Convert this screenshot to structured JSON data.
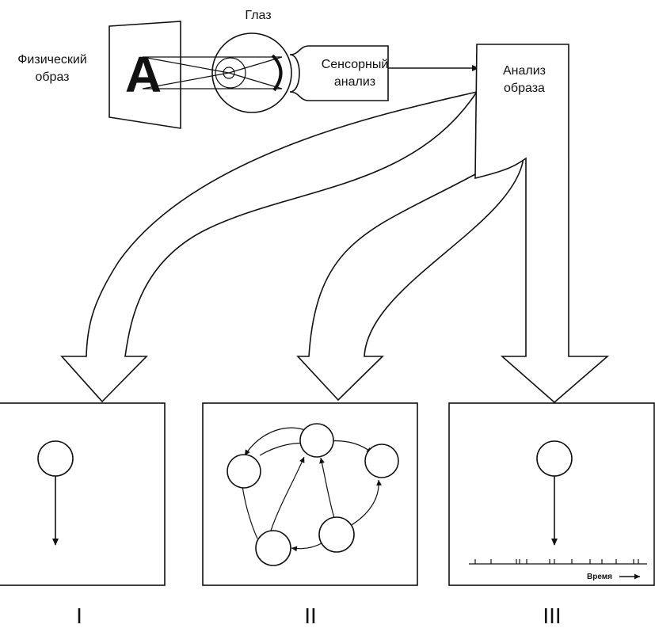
{
  "labels": {
    "eye": "Глаз",
    "physical_image_line1": "Физический",
    "physical_image_line2": "образ",
    "sensor_line1": "Сенсорный",
    "sensor_line2": "анализ",
    "analysis_line1": "Анализ",
    "analysis_line2": "образа",
    "letter": "A",
    "time_axis": "Время"
  },
  "panels": [
    {
      "numeral": "I"
    },
    {
      "numeral": "II"
    },
    {
      "numeral": "III"
    }
  ]
}
